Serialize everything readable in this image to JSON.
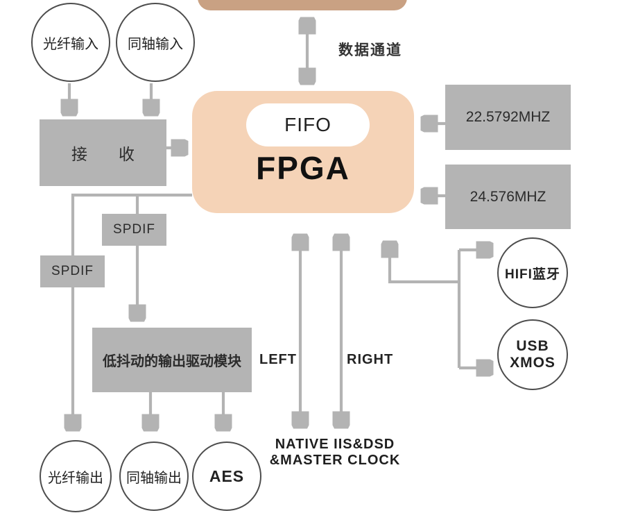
{
  "palette": {
    "peach": "#f5d3b7",
    "tan": "#c9a183",
    "gray": "#b4b4b4",
    "arrow": "#b3b3b3"
  },
  "labels": {
    "data_channel": "数据通道",
    "fiber_in": "光纤输入",
    "coax_in": "同轴输入",
    "receiver": "接收",
    "fifo": "FIFO",
    "fpga": "FPGA",
    "clock_a": "22.5792MHZ",
    "clock_b": "24.576MHZ",
    "spdif_a": "SPDIF",
    "spdif_b": "SPDIF",
    "driver": "低抖动的输出驱动模块",
    "left_channel": "LEFT",
    "right_channel": "RIGHT",
    "hifi_bluetooth": "HIFI蓝牙",
    "usb_line1": "USB",
    "usb_line2": "XMOS",
    "fiber_out": "光纤输出",
    "coax_out": "同轴输出",
    "aes": "AES",
    "native_line1": "NATIVE IIS&DSD",
    "native_line2": "&MASTER CLOCK"
  },
  "connections": [
    {
      "from": "fiber_in",
      "to": "receiver",
      "type": "arrow"
    },
    {
      "from": "coax_in",
      "to": "receiver",
      "type": "arrow"
    },
    {
      "from": "receiver",
      "to": "fpga",
      "type": "arrow"
    },
    {
      "from": "top_module",
      "to": "fpga",
      "type": "double-arrow",
      "label": "数据通道"
    },
    {
      "from": "clock_a",
      "to": "fpga",
      "type": "arrow"
    },
    {
      "from": "clock_b",
      "to": "fpga",
      "type": "arrow"
    },
    {
      "from": "fpga",
      "to": "fiber_out",
      "type": "arrow",
      "via": "spdif_b"
    },
    {
      "from": "fpga",
      "to": "driver",
      "type": "arrow",
      "via": "spdif_a"
    },
    {
      "from": "driver",
      "to": "coax_out",
      "type": "arrow"
    },
    {
      "from": "driver",
      "to": "aes",
      "type": "arrow"
    },
    {
      "from": "fpga",
      "to": "native_iis",
      "type": "double-arrow",
      "label": "LEFT"
    },
    {
      "from": "fpga",
      "to": "native_iis",
      "type": "double-arrow",
      "label": "RIGHT"
    },
    {
      "from": "hifi_usb_bus",
      "to": "fpga",
      "type": "arrow"
    },
    {
      "from": "hifi_usb_bus",
      "to": "hifi_bluetooth",
      "type": "arrow"
    },
    {
      "from": "hifi_usb_bus",
      "to": "usb_xmos",
      "type": "arrow"
    }
  ]
}
